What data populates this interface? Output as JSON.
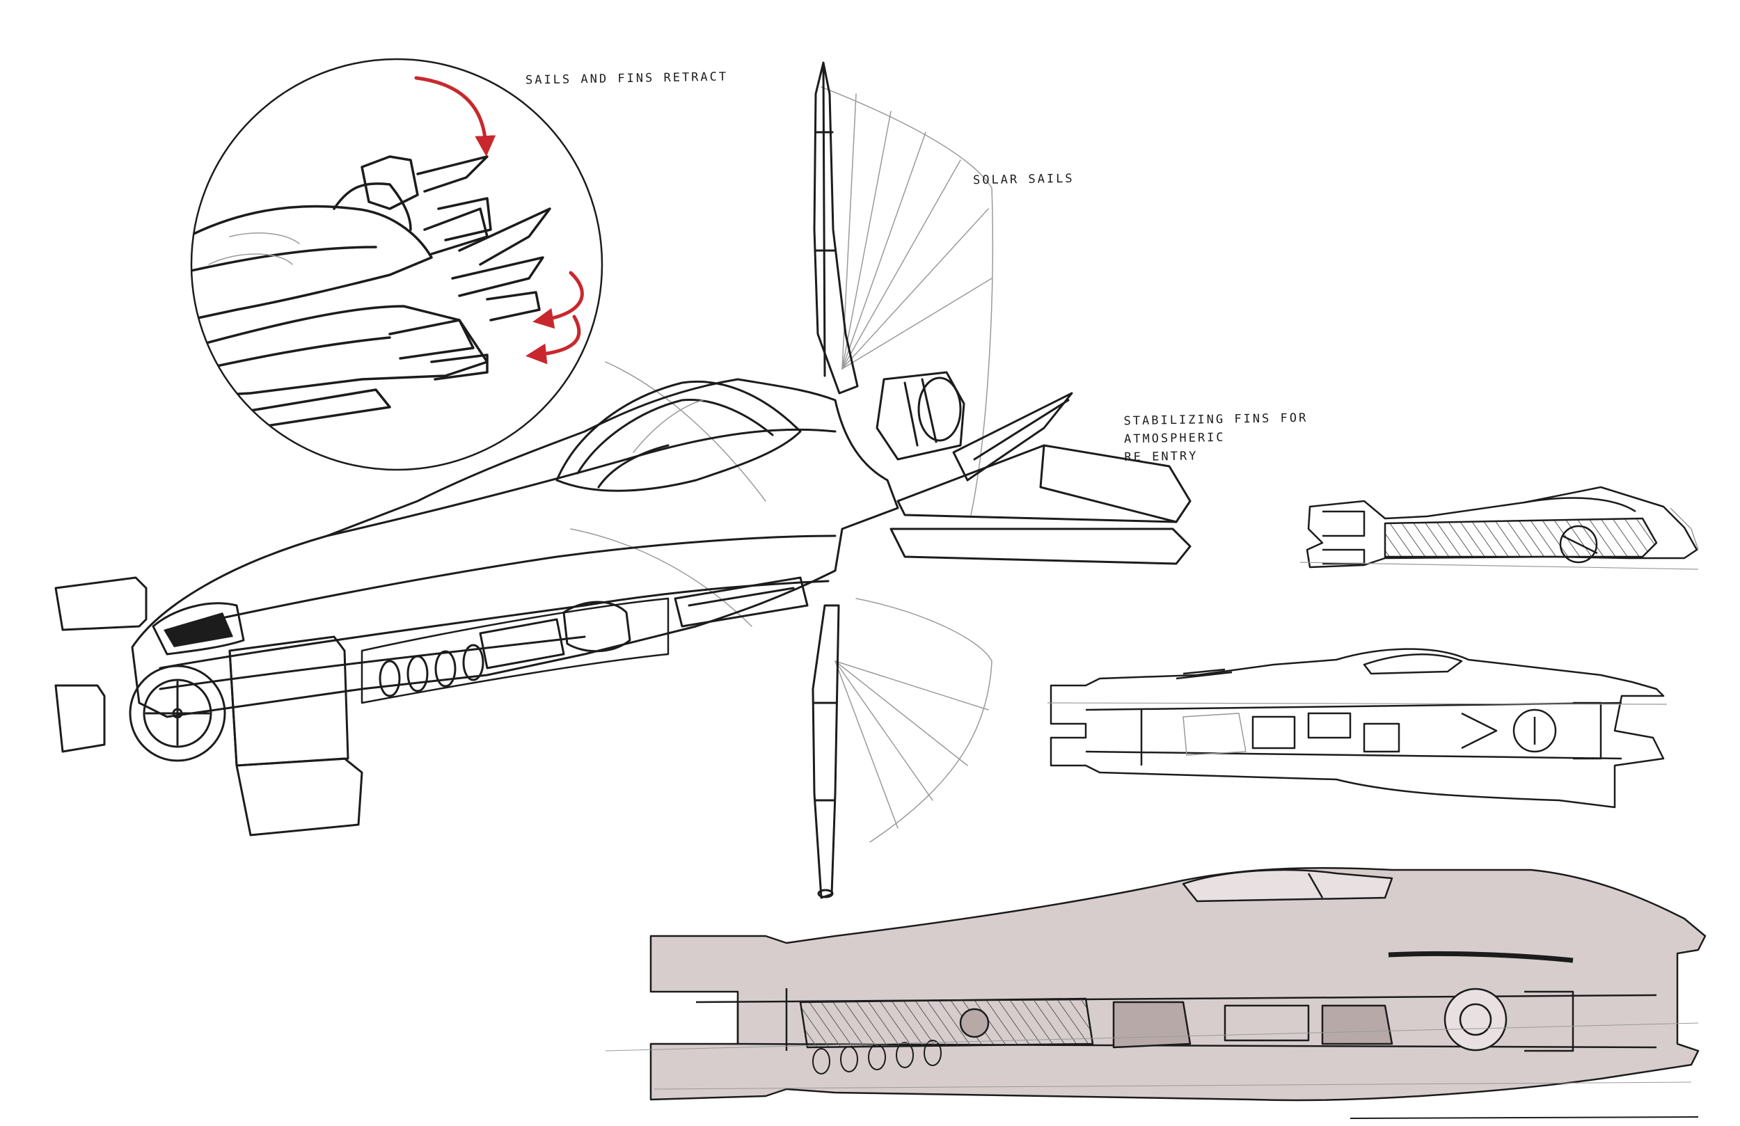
{
  "annotations": {
    "retract": "SAILS AND FINS RETRACT",
    "solar": "SOLAR SAILS",
    "fins_lines": [
      "STABILIZING FINS FOR",
      "ATMOSPHERIC",
      "RE ENTRY"
    ]
  },
  "colors": {
    "line": "#1c1c1c",
    "construction": "#9a9a9a",
    "hatch": "#5a5a5a",
    "arrow": "#c8282d",
    "render_fill": "#d8cdcd",
    "render_shade": "#b8a9a9",
    "paper": "#ffffff"
  }
}
